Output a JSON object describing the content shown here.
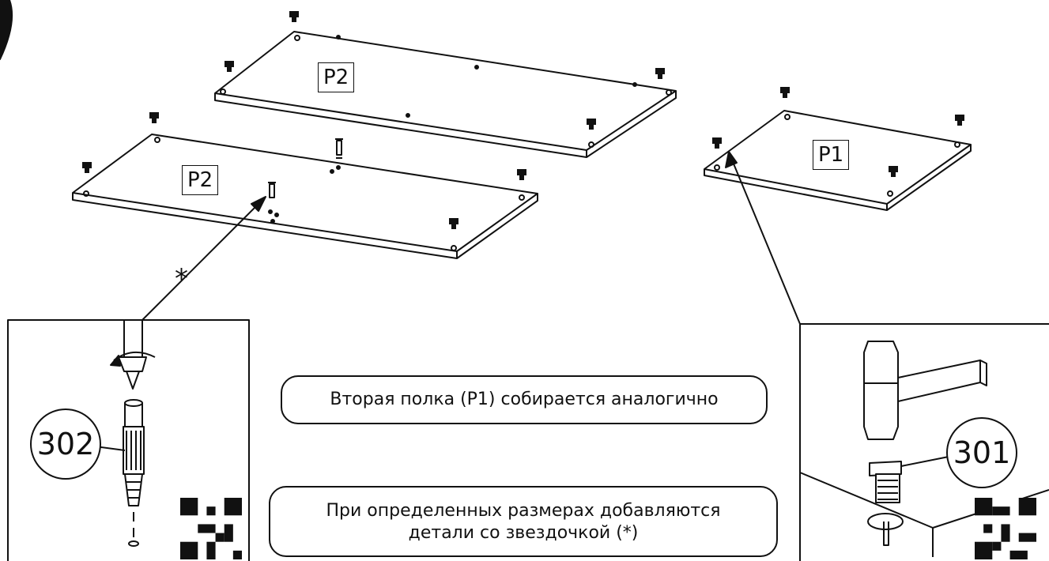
{
  "labels": {
    "panel_top": "P2",
    "panel_left": "P2",
    "panel_right": "P1"
  },
  "part_codes": {
    "dowel": "302",
    "cam": "301"
  },
  "asterisk": "*",
  "notes": {
    "note1": "Вторая полка (Р1) собирается аналогично",
    "note2_line1": "При определенных размерах добавляются",
    "note2_line2": "детали со звездочкой (*)"
  },
  "icons": [
    "screwdriver-rotate-icon",
    "dowel-icon",
    "hammer-icon",
    "cam-lock-icon",
    "qr-code-icon",
    "arrow-icon"
  ]
}
